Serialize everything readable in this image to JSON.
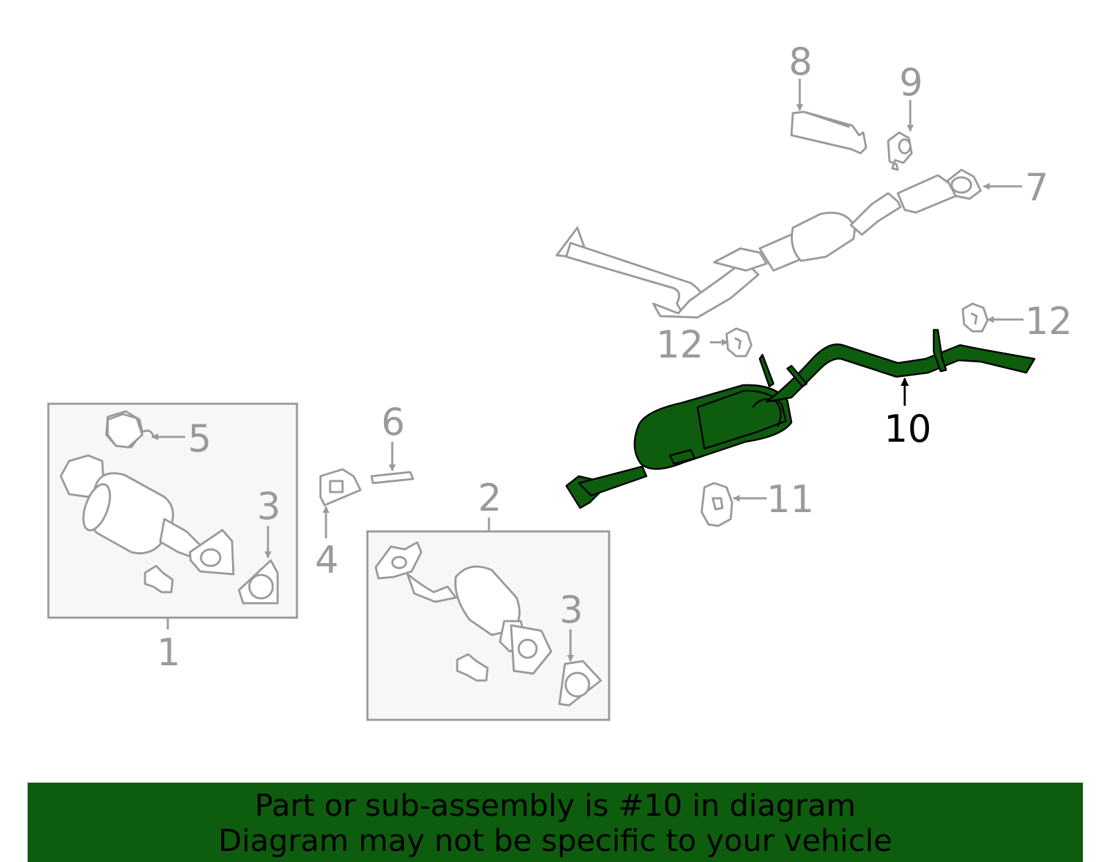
{
  "diagram": {
    "highlight_color": "#0e5c0e",
    "part_stroke_color": "#9a9a9a",
    "box_fill_color": "#f7f7f7",
    "highlighted_part": "10",
    "callouts": {
      "c1": "1",
      "c2": "2",
      "c3a": "3",
      "c3b": "3",
      "c4": "4",
      "c5": "5",
      "c6": "6",
      "c7": "7",
      "c8": "8",
      "c9": "9",
      "c10": "10",
      "c11": "11",
      "c12a": "12",
      "c12b": "12"
    }
  },
  "banner": {
    "line1": "Part or sub-assembly is #10 in diagram",
    "line2": "Diagram may not be specific to your vehicle"
  }
}
